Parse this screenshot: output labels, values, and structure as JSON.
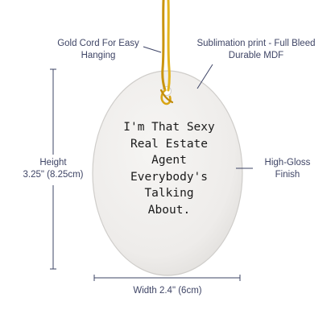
{
  "ornament": {
    "shape": "oval",
    "print_text": "I'm That Sexy\nReal Estate\nAgent\nEverybody's\nTalking\nAbout.",
    "cord_color": "#d4a017",
    "surface_color": "#f1efed"
  },
  "annotations": {
    "cord": {
      "line1": "Gold Cord For Easy",
      "line2": "Hanging"
    },
    "print": {
      "line1": "Sublimation print - Full Bleed",
      "line2": "Durable MDF"
    },
    "height": {
      "line1": "Height",
      "line2": "3.25\" (8.25cm)"
    },
    "finish": {
      "line1": "High-Gloss",
      "line2": "Finish"
    },
    "width": {
      "line1": "Width 2.4\" (6cm)"
    }
  },
  "colors": {
    "annotation_text": "#3f4566",
    "guide_lines": "#3d4466"
  }
}
